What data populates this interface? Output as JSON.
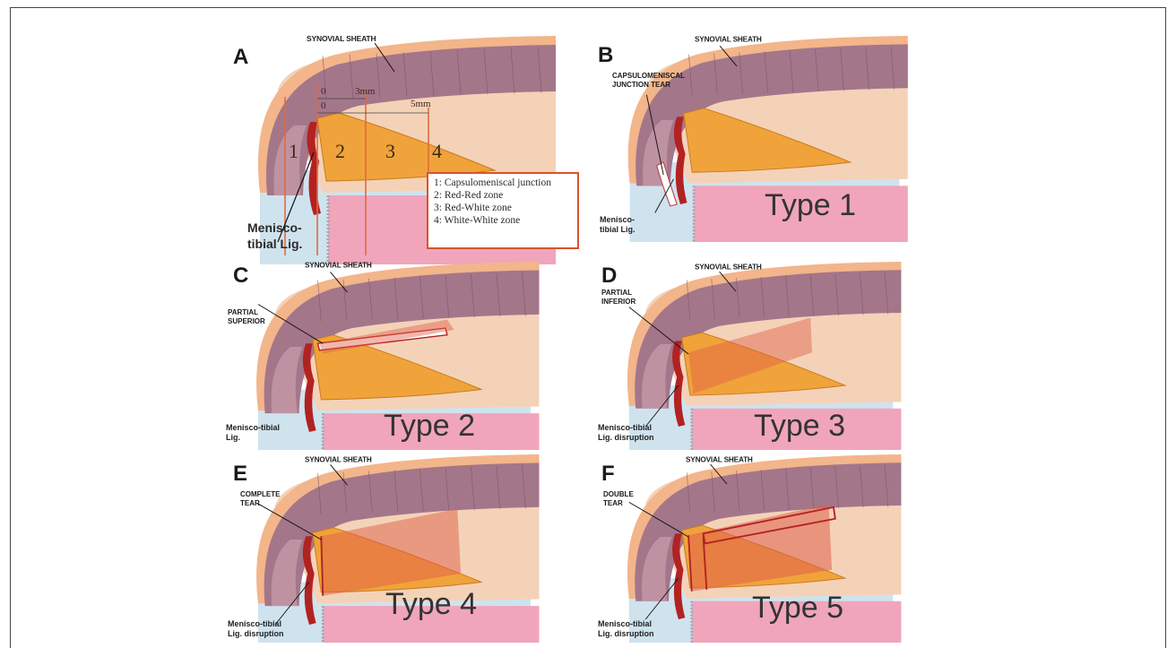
{
  "panels": [
    {
      "letter": "A",
      "sheath": "SYNOVIAL SHEATH",
      "ligament": "Menisco-\ntibial Lig.",
      "zones": [
        "1",
        "2",
        "3",
        "4"
      ],
      "measures": [
        "0",
        "3mm",
        "0",
        "5mm"
      ],
      "legend": [
        "1: Capsulomeniscal junction",
        "2: Red-Red zone",
        "3: Red-White zone",
        "4: White-White zone"
      ]
    },
    {
      "letter": "B",
      "sheath": "SYNOVIAL SHEATH",
      "tear": "CAPSULOMENISCAL\nJUNCTION TEAR",
      "ligament": "Menisco-\ntibial Lig.",
      "type": "Type 1"
    },
    {
      "letter": "C",
      "sheath": "SYNOVIAL SHEATH",
      "tear": "PARTIAL\nSUPERIOR",
      "ligament": "Menisco-tibial\nLig.",
      "type": "Type 2"
    },
    {
      "letter": "D",
      "sheath": "SYNOVIAL SHEATH",
      "tear": "PARTIAL\nINFERIOR",
      "ligament": "Menisco-tibial\nLig. disruption",
      "type": "Type 3"
    },
    {
      "letter": "E",
      "sheath": "SYNOVIAL SHEATH",
      "tear": "COMPLETE\nTEAR",
      "ligament": "Menisco-tibial\nLig. disruption",
      "type": "Type 4"
    },
    {
      "letter": "F",
      "sheath": "SYNOVIAL SHEATH",
      "tear": "DOUBLE\nTEAR",
      "ligament": "Menisco-tibial\nLig. disruption",
      "type": "Type 5"
    }
  ],
  "colors": {
    "sheath_outer": "#f3b58a",
    "sheath_inner": "#a4768a",
    "capsule": "#f4d2b8",
    "meniscus": "#f0a33a",
    "ligament": "#b22222",
    "tibia": "#f0a5bb",
    "fluid": "#cfe3ee",
    "tear": "#e0604a",
    "legend_border": "#d9532b"
  }
}
